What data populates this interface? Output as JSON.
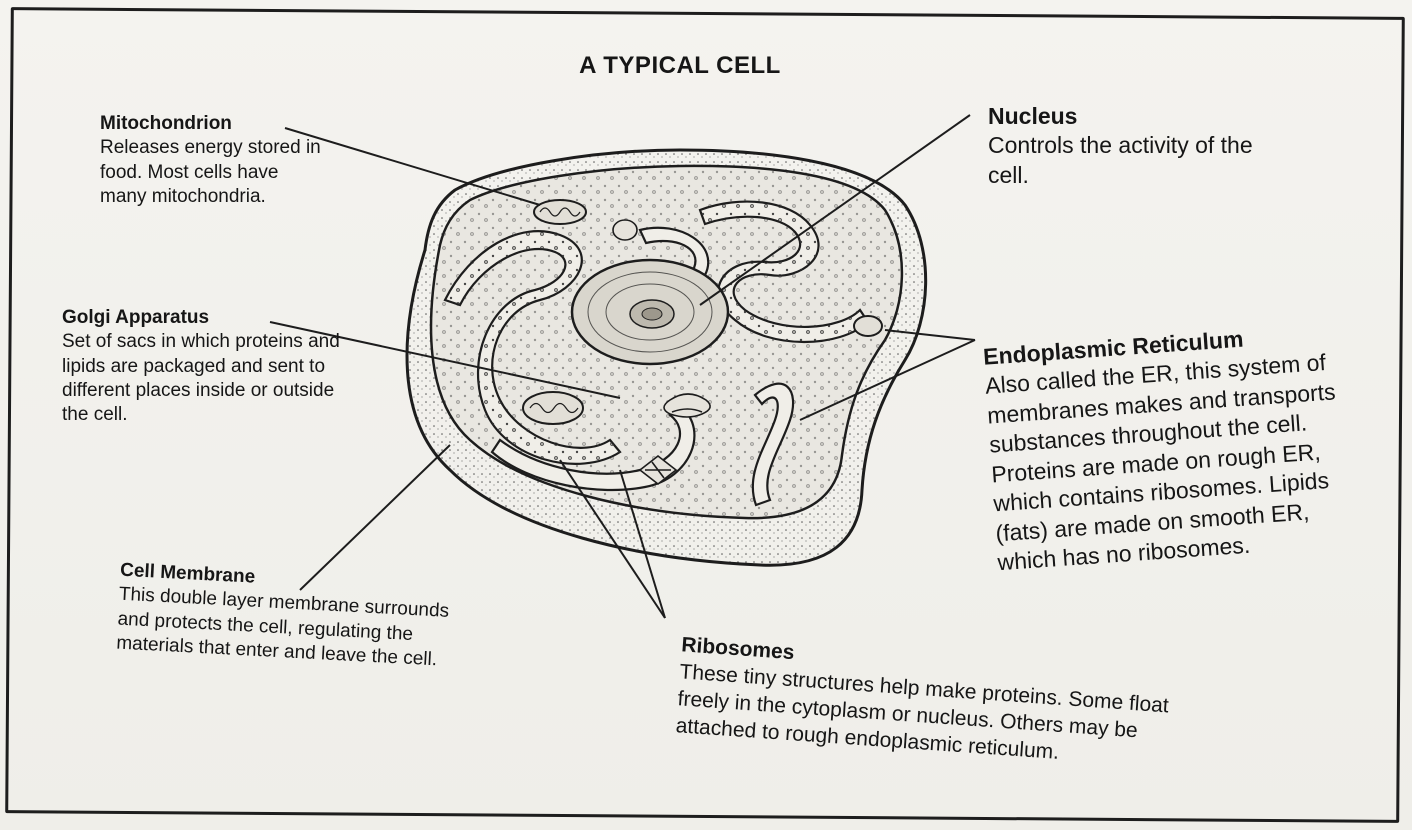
{
  "title": "A TYPICAL CELL",
  "labels": {
    "mitochondrion": {
      "name": "Mitochondrion",
      "description": "Releases energy stored in food. Most cells have many mitochondria."
    },
    "golgi": {
      "name": "Golgi Apparatus",
      "description": "Set of sacs in which proteins and lipids are packaged and sent to different places inside or outside the cell."
    },
    "cell_membrane": {
      "name": "Cell Membrane",
      "description": "This double layer membrane surrounds and protects the cell, regulating the materials that enter and leave the cell."
    },
    "nucleus": {
      "name": "Nucleus",
      "description": "Controls the activity of the cell."
    },
    "er": {
      "name": "Endoplasmic Reticulum",
      "description": "Also called the ER, this system of membranes makes and transports substances throughout the cell. Proteins are made on rough ER, which contains ribosomes. Lipids (fats) are made on smooth ER, which has no ribosomes."
    },
    "ribosomes": {
      "name": "Ribosomes",
      "description": "These tiny structures help make proteins. Some float freely in the cytoplasm or nucleus. Others may be attached to rough endoplasmic reticulum."
    }
  },
  "colors": {
    "ink": "#161616",
    "paper": "#f1f0ec",
    "cell_fill": "#e4e2dc",
    "membrane_fill": "#d6d3cb"
  }
}
